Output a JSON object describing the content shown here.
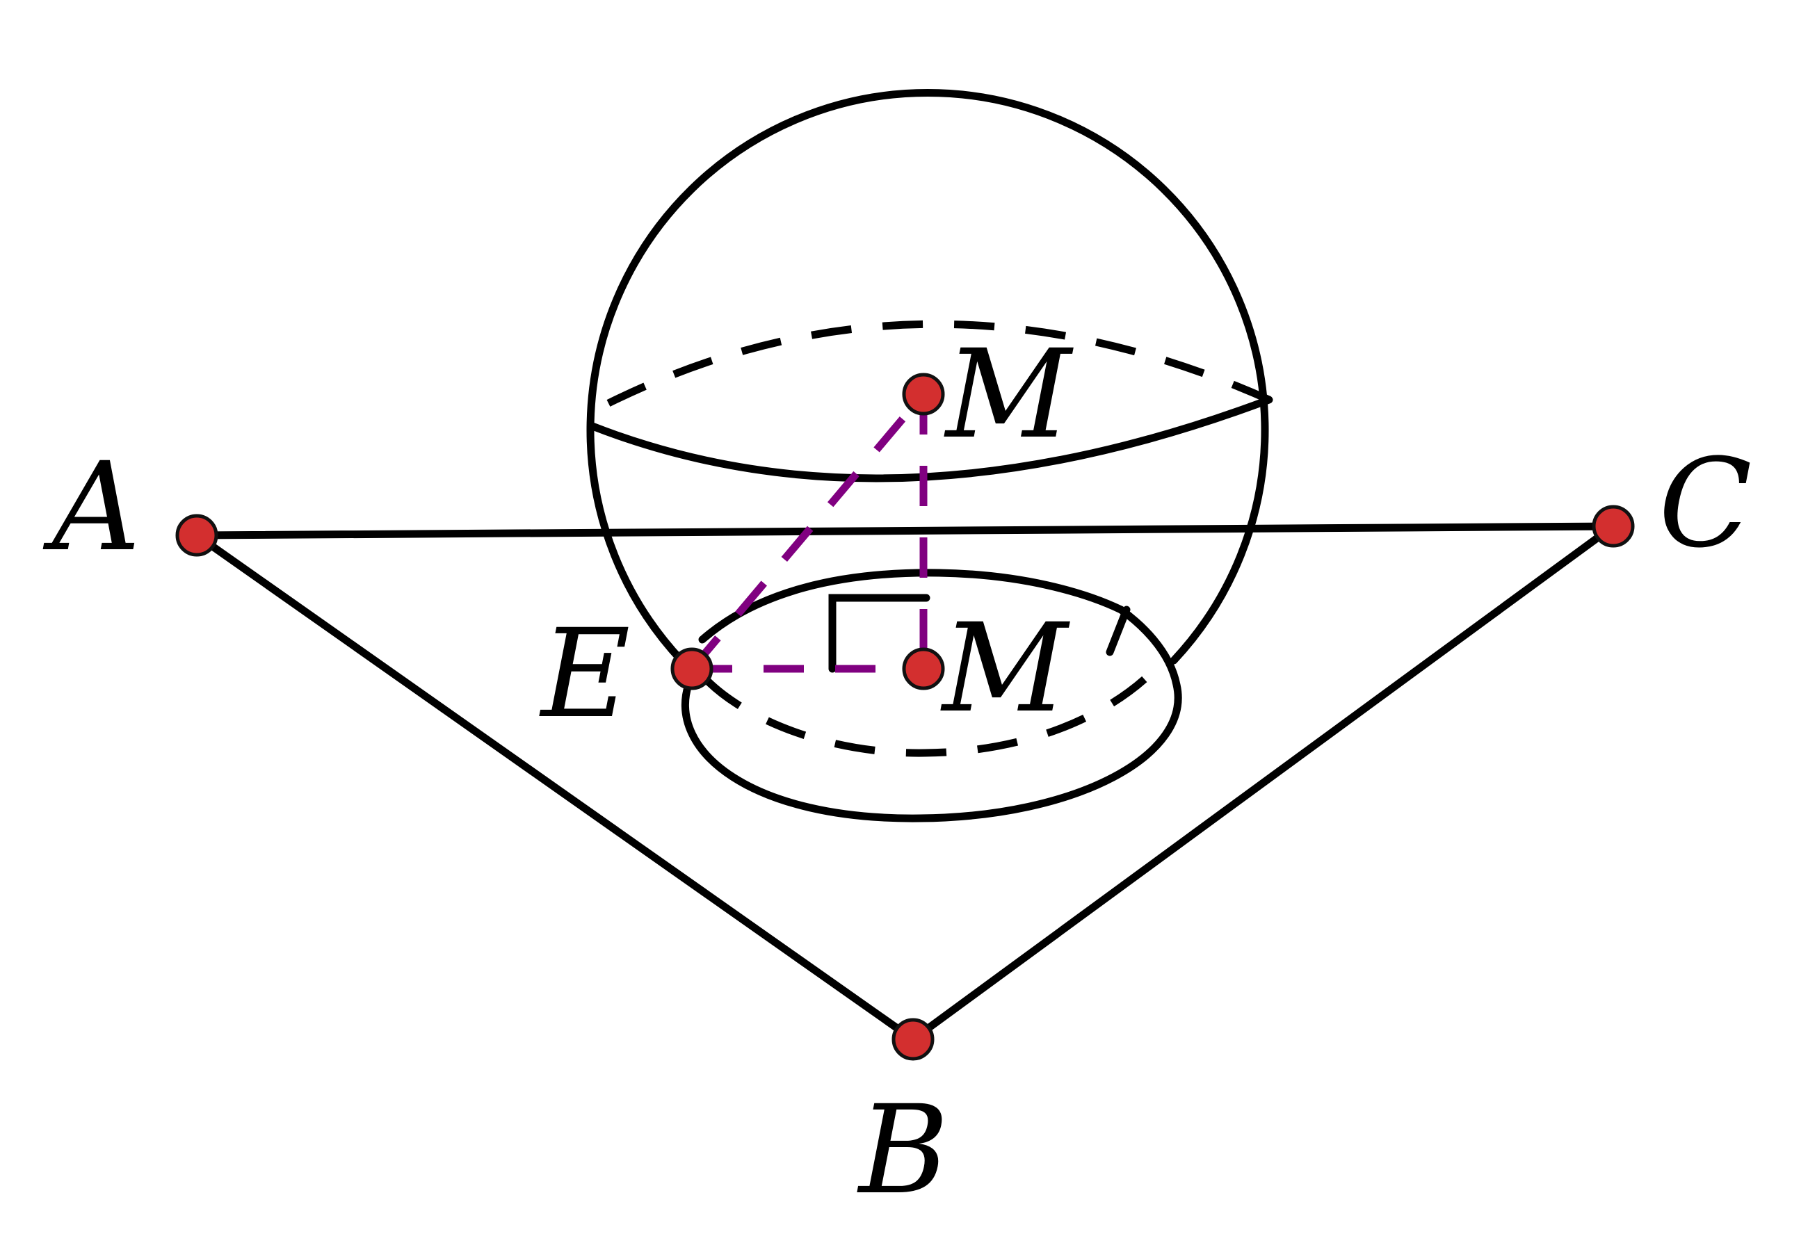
{
  "diagram": {
    "points": [
      {
        "id": "A",
        "label": "A"
      },
      {
        "id": "B",
        "label": "B"
      },
      {
        "id": "C",
        "label": "C"
      },
      {
        "id": "E",
        "label": "E"
      },
      {
        "id": "M",
        "label": "M"
      },
      {
        "id": "M1",
        "label": "M"
      }
    ],
    "colors": {
      "point_fill": "#d32f2f",
      "construction_line": "#800080",
      "outline": "#000000"
    }
  }
}
